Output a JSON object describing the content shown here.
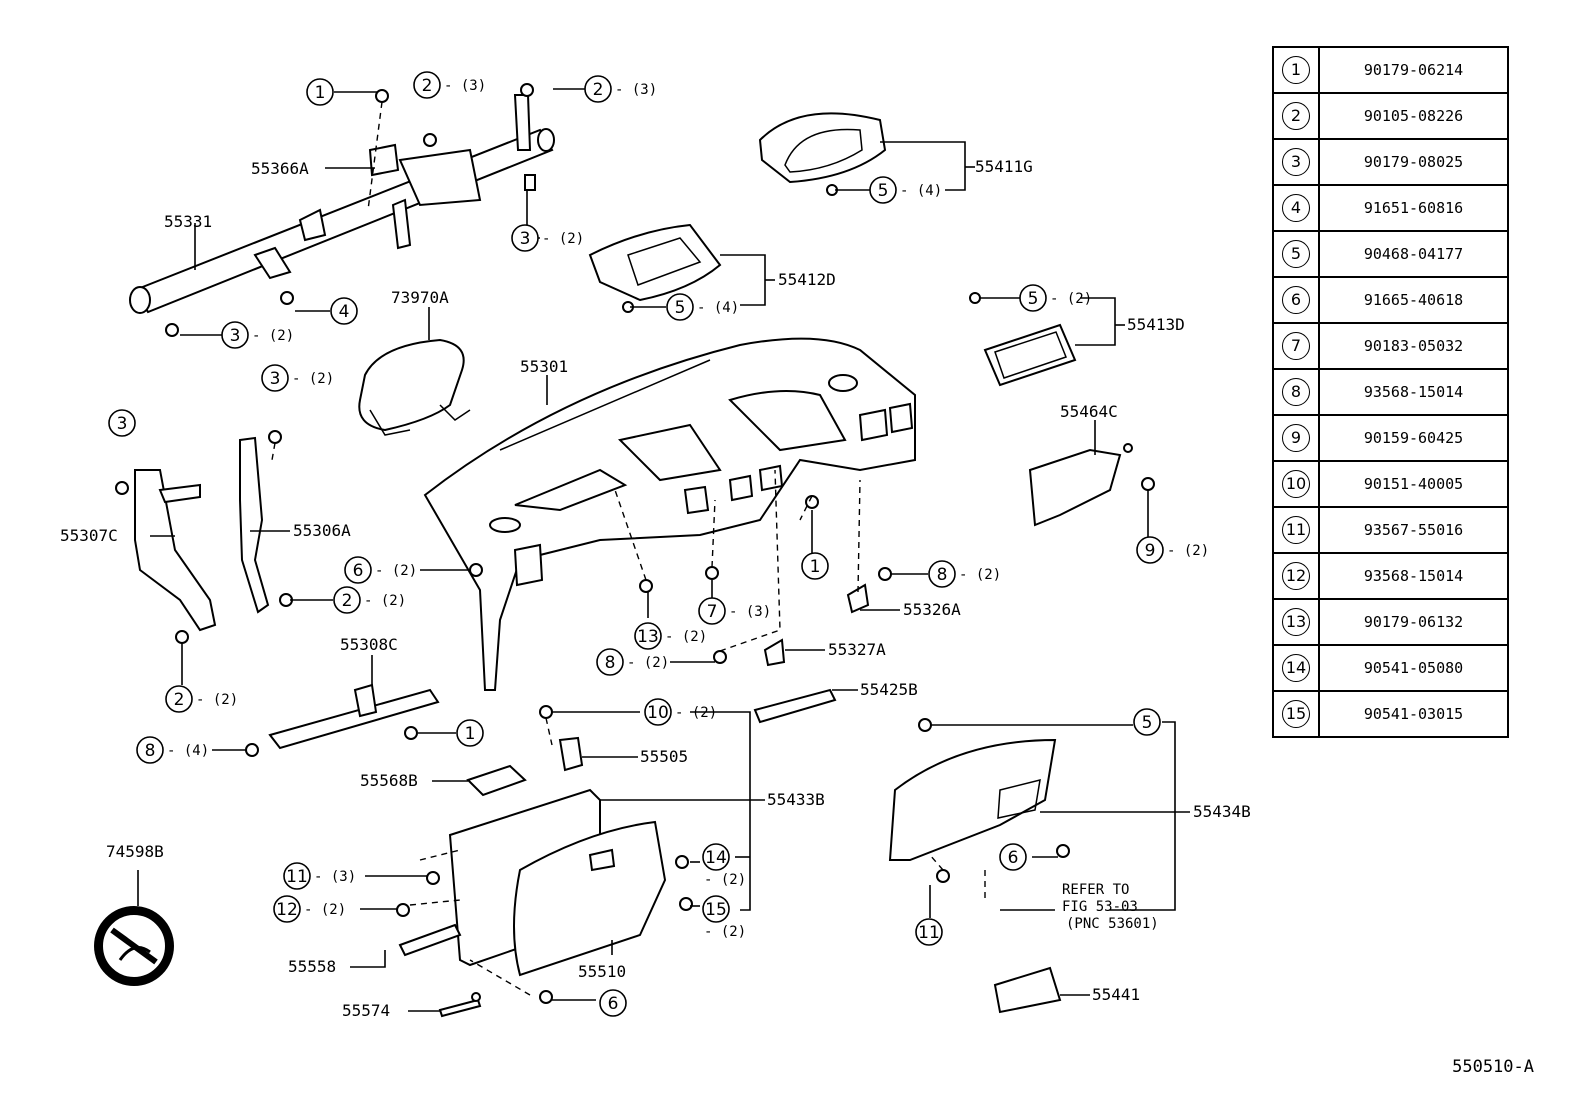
{
  "figure_number": "550510-A",
  "legend": [
    {
      "key": "1",
      "part": "90179-06214"
    },
    {
      "key": "2",
      "part": "90105-08226"
    },
    {
      "key": "3",
      "part": "90179-08025"
    },
    {
      "key": "4",
      "part": "91651-60816"
    },
    {
      "key": "5",
      "part": "90468-04177"
    },
    {
      "key": "6",
      "part": "91665-40618"
    },
    {
      "key": "7",
      "part": "90183-05032"
    },
    {
      "key": "8",
      "part": "93568-15014"
    },
    {
      "key": "9",
      "part": "90159-60425"
    },
    {
      "key": "10",
      "part": "90151-40005"
    },
    {
      "key": "11",
      "part": "93567-55016"
    },
    {
      "key": "12",
      "part": "93568-15014"
    },
    {
      "key": "13",
      "part": "90179-06132"
    },
    {
      "key": "14",
      "part": "90541-05080"
    },
    {
      "key": "15",
      "part": "90541-03015"
    }
  ],
  "labels": {
    "p55366A": "55366A",
    "p55331": "55331",
    "p73970A": "73970A",
    "p55301": "55301",
    "p55411G": "55411G",
    "p55412D": "55412D",
    "p55413D": "55413D",
    "p55464C": "55464C",
    "p55307C": "55307C",
    "p55306A": "55306A",
    "p55326A": "55326A",
    "p55327A": "55327A",
    "p55308C": "55308C",
    "p55425B": "55425B",
    "p55505": "55505",
    "p55568B": "55568B",
    "p55433B": "55433B",
    "p55434B": "55434B",
    "p74598B": "74598B",
    "p55558": "55558",
    "p55510": "55510",
    "p55574": "55574",
    "p55441": "55441"
  },
  "callouts": [
    {
      "key": "1",
      "qty": ""
    },
    {
      "key": "2",
      "qty": "- (3)"
    },
    {
      "key": "2",
      "qty": "- (3)"
    },
    {
      "key": "3",
      "qty": "- (2)"
    },
    {
      "key": "4",
      "qty": ""
    },
    {
      "key": "3",
      "qty": "- (2)"
    },
    {
      "key": "5",
      "qty": "- (4)"
    },
    {
      "key": "5",
      "qty": "- (4)"
    },
    {
      "key": "5",
      "qty": "- (2)"
    },
    {
      "key": "3",
      "qty": "- (2)"
    },
    {
      "key": "3",
      "qty": ""
    },
    {
      "key": "6",
      "qty": "- (2)"
    },
    {
      "key": "2",
      "qty": "- (2)"
    },
    {
      "key": "2",
      "qty": "- (2)"
    },
    {
      "key": "1",
      "qty": ""
    },
    {
      "key": "9",
      "qty": "- (2)"
    },
    {
      "key": "8",
      "qty": "- (2)"
    },
    {
      "key": "7",
      "qty": "- (3)"
    },
    {
      "key": "13",
      "qty": "- (2)"
    },
    {
      "key": "8",
      "qty": "- (2)"
    },
    {
      "key": "1",
      "qty": ""
    },
    {
      "key": "8",
      "qty": "- (4)"
    },
    {
      "key": "10",
      "qty": "- (2)"
    },
    {
      "key": "5",
      "qty": ""
    },
    {
      "key": "14",
      "qty": "- (2)"
    },
    {
      "key": "15",
      "qty": "- (2)"
    },
    {
      "key": "11",
      "qty": "- (3)"
    },
    {
      "key": "12",
      "qty": "- (2)"
    },
    {
      "key": "6",
      "qty": ""
    },
    {
      "key": "11",
      "qty": ""
    },
    {
      "key": "6",
      "qty": ""
    }
  ],
  "refer_note": [
    "REFER TO",
    "FIG 53-03",
    "(PNC 53601)"
  ]
}
